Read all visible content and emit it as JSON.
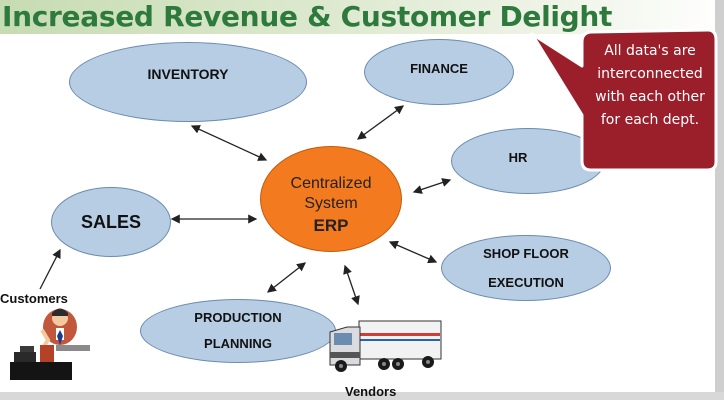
{
  "title": "Increased Revenue & Customer Delight",
  "center": {
    "line1": "Centralized",
    "line2": "System",
    "line3": "ERP"
  },
  "departments": {
    "inventory": "INVENTORY",
    "finance": "FINANCE",
    "hr": "HR",
    "sales": "SALES",
    "shop_floor_line1": "SHOP FLOOR",
    "shop_floor_line2": "EXECUTION",
    "production_line1": "PRODUCTION",
    "production_line2": "PLANNING"
  },
  "external": {
    "customers": "Customers",
    "vendors": "Vendors"
  },
  "callout": {
    "line1": "All data's are",
    "line2": "interconnected",
    "line3": "with each other",
    "line4": "for each dept."
  },
  "icons": {
    "customer": "person-at-desk-icon",
    "vendor": "delivery-truck-icon"
  },
  "colors": {
    "title": "#2d7a3c",
    "node_fill": "#b7cde4",
    "center_fill": "#f47a1f",
    "callout_fill": "#9a1f2b"
  }
}
